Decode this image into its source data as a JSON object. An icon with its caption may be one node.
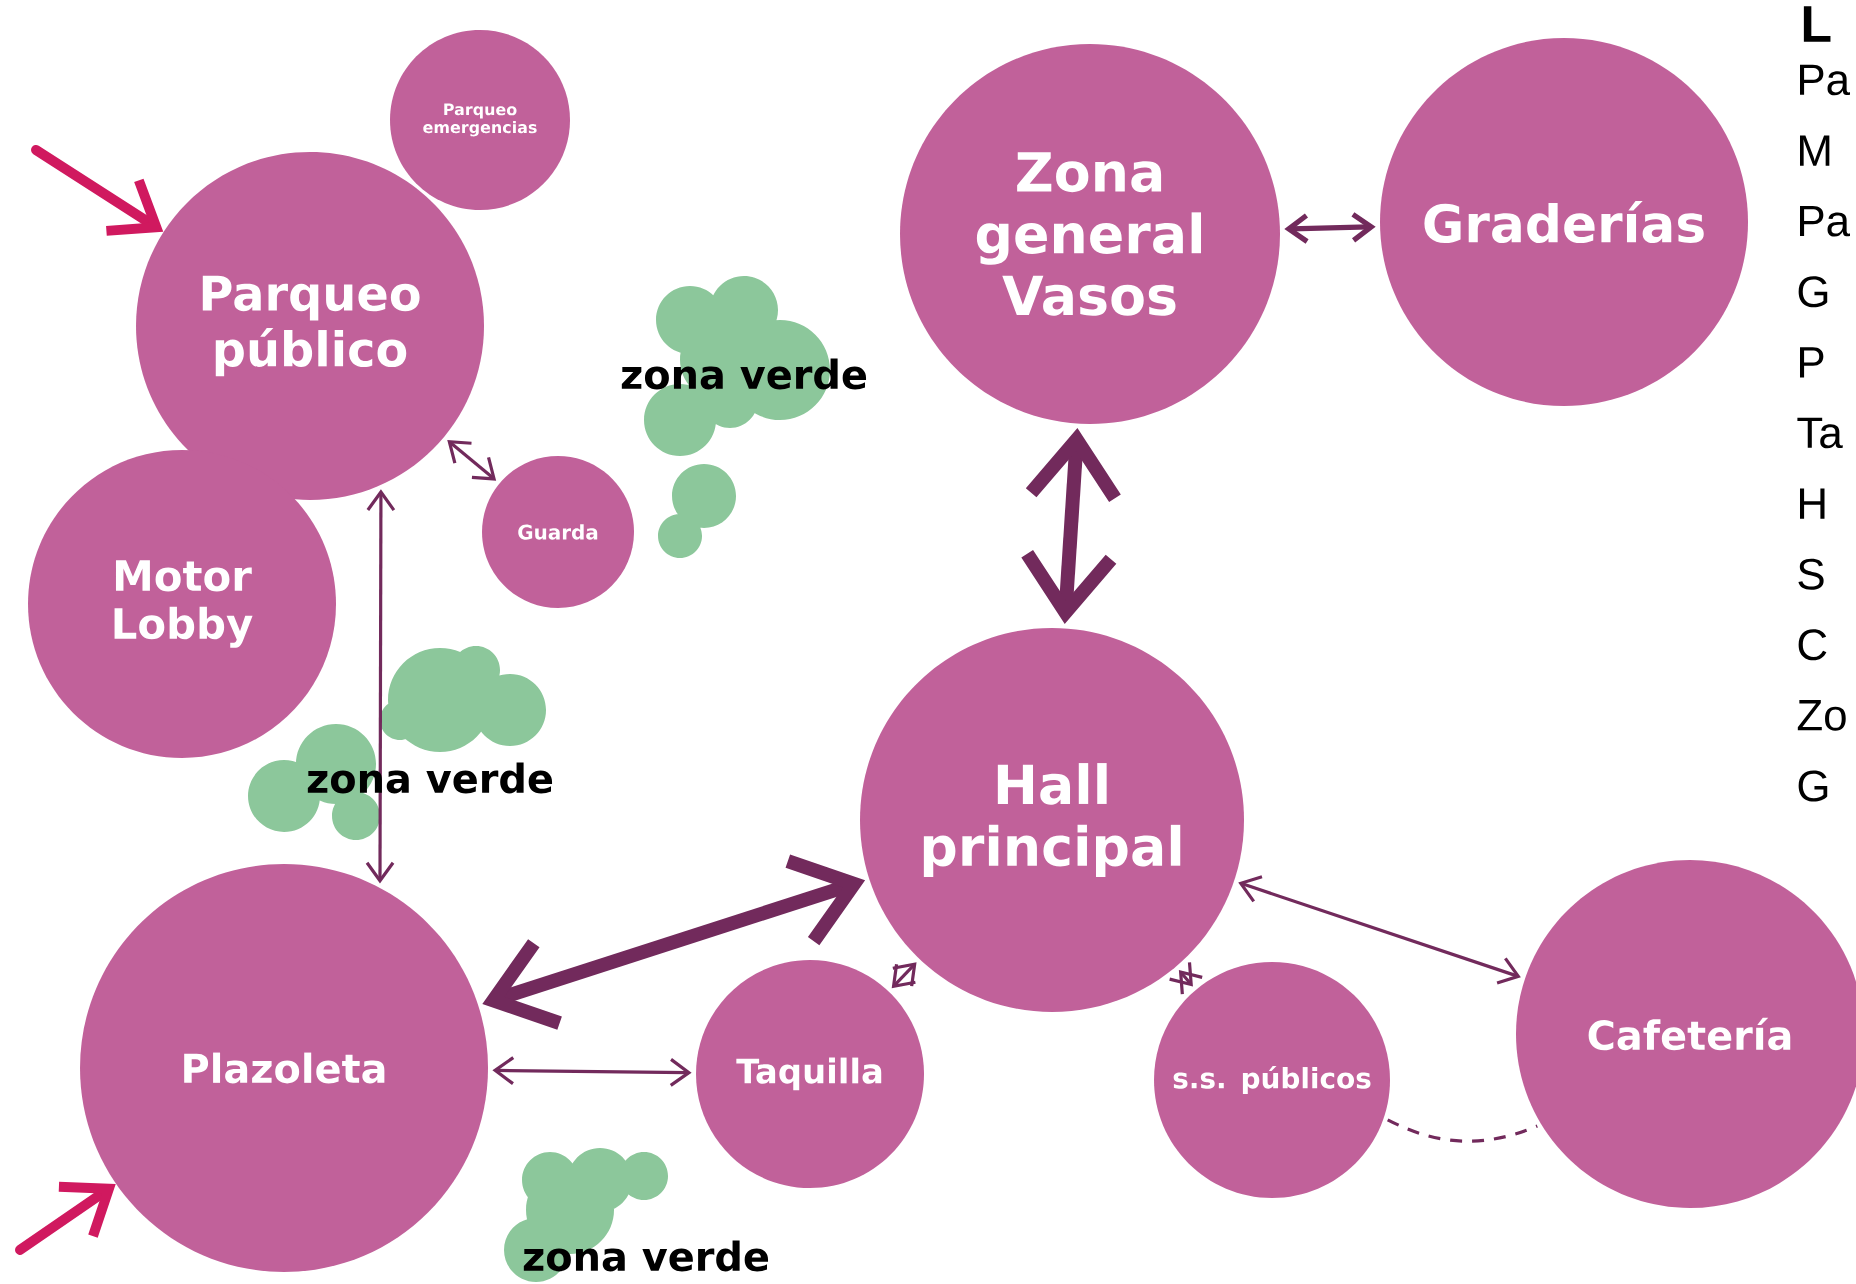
{
  "diagram": {
    "nodes": [
      {
        "text": [
          "Parqueo emergencias"
        ]
      },
      {
        "text": [
          "Parqueo público"
        ]
      },
      {
        "text": [
          "Motor Lobby"
        ]
      },
      {
        "text": [
          "Guarda"
        ]
      },
      {
        "text": [
          "Zona general Vasos"
        ]
      },
      {
        "text": [
          "Graderías"
        ]
      },
      {
        "text": [
          "Hall principal"
        ]
      },
      {
        "text": [
          "Taquilla"
        ]
      },
      {
        "text": [
          "s.s. públicos"
        ]
      },
      {
        "text": [
          "Cafetería"
        ]
      },
      {
        "text": [
          "Plazoleta"
        ]
      }
    ],
    "edges": [
      {
        "from": 1,
        "to": 3,
        "arrow": "both"
      },
      {
        "from": 1,
        "to": 10,
        "arrow": "both"
      },
      {
        "from": 4,
        "to": 5,
        "arrow": "both"
      },
      {
        "from": 4,
        "to": 6,
        "arrow": "both",
        "style": "thick"
      },
      {
        "from": 6,
        "to": 10,
        "arrow": "both",
        "style": "thick"
      },
      {
        "from": 6,
        "to": 7,
        "arrow": "both"
      },
      {
        "from": 6,
        "to": 8,
        "arrow": "both"
      },
      {
        "from": 6,
        "to": 9,
        "arrow": "both"
      },
      {
        "from": 10,
        "to": 7,
        "arrow": "both"
      },
      {
        "from": 8,
        "to": 9,
        "arrow": "none",
        "style": "dashed"
      },
      {
        "from": null,
        "to": 1,
        "arrow": "to",
        "style": "thick",
        "color": "#d0195f"
      },
      {
        "from": null,
        "to": 10,
        "arrow": "to",
        "style": "thick",
        "color": "#d0195f"
      }
    ],
    "labels": [
      "zona verde",
      "zona verde",
      "zona verde",
      "L",
      "Pa",
      "M",
      "Pa",
      "G",
      "P",
      "Ta",
      "H",
      "S",
      "C",
      "Zo",
      "G"
    ]
  }
}
